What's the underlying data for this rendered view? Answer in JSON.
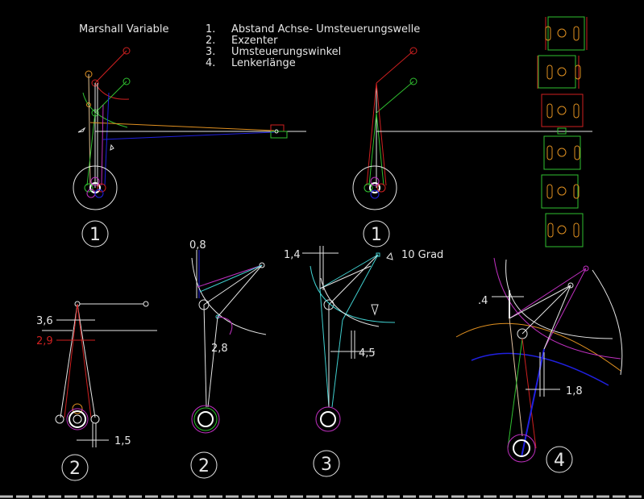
{
  "title": "Marshall Variable",
  "legend": [
    {
      "num": "1.",
      "text": "Abstand Achse- Umsteuerungswelle"
    },
    {
      "num": "2.",
      "text": "Exzenter"
    },
    {
      "num": "3.",
      "text": "Umsteuerungswinkel"
    },
    {
      "num": "4.",
      "text": "Lenkerlänge"
    }
  ],
  "figure_labels": [
    "1",
    "1",
    "2",
    "2",
    "3",
    "4"
  ],
  "dimensions": {
    "fig2a_top": "3,6",
    "fig2a_red": "2,9",
    "fig2a_bottom": "1,5",
    "fig2b_top": "0,8",
    "fig2b_mid": "2,8",
    "fig3_top": "1,4",
    "fig3_angle": "10 Grad",
    "fig3_mid": "4,5",
    "fig4_top": ".4",
    "fig4_mid": "1,8"
  },
  "colors": {
    "background": "#000000",
    "line": "#e6e6e6",
    "red": "#d02020",
    "green": "#30c030",
    "blue": "#2020e0",
    "orange": "#e09020",
    "magenta": "#c030c0",
    "cyan": "#40d0d0"
  }
}
